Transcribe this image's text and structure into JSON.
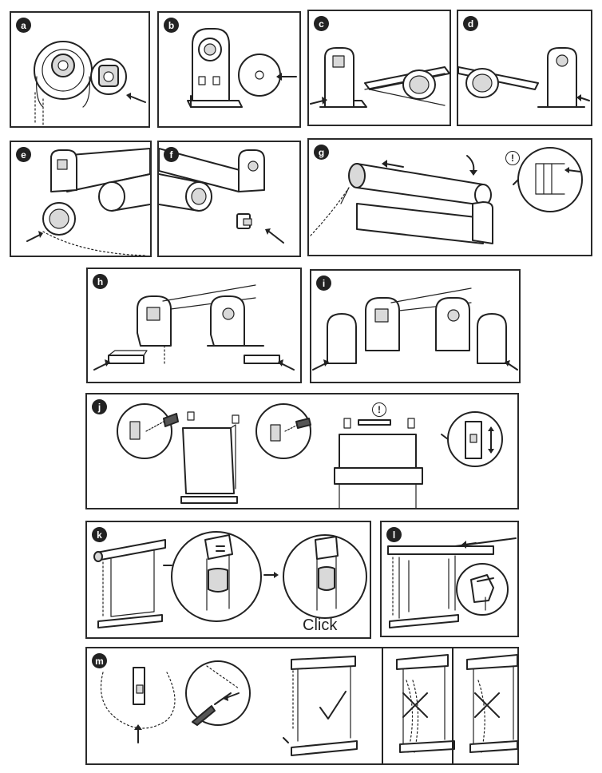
{
  "panels": [
    {
      "id": "a",
      "label": "a"
    },
    {
      "id": "b",
      "label": "b"
    },
    {
      "id": "c",
      "label": "c"
    },
    {
      "id": "d",
      "label": "d"
    },
    {
      "id": "e",
      "label": "e"
    },
    {
      "id": "f",
      "label": "f"
    },
    {
      "id": "g",
      "label": "g"
    },
    {
      "id": "h",
      "label": "h"
    },
    {
      "id": "i",
      "label": "i"
    },
    {
      "id": "j",
      "label": "j"
    },
    {
      "id": "k",
      "label": "k"
    },
    {
      "id": "l",
      "label": "l"
    },
    {
      "id": "m",
      "label": "m"
    }
  ],
  "annotations": {
    "click_label": "Click",
    "warning_symbol": "!"
  },
  "icons": {
    "arrow": "arrow-icon",
    "warning": "exclamation-circle-icon",
    "check": "checkmark-icon",
    "cross": "cross-icon",
    "updown": "up-down-arrow-icon"
  }
}
